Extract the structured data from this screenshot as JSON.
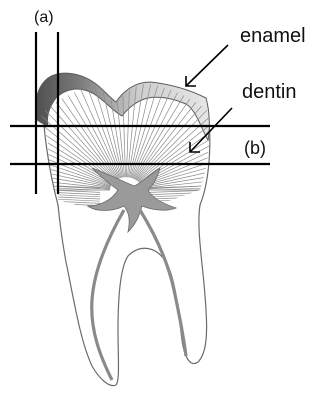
{
  "labels": {
    "a": "(a)",
    "enamel": "enamel",
    "dentin": "dentin",
    "b": "(b)"
  },
  "colors": {
    "line": "#000000",
    "outline": "#6b6b6b",
    "enamel_dark": "#5c5c5c",
    "enamel_light": "#dcdcdc",
    "pulp": "#9a9a9a",
    "background": "#ffffff"
  }
}
